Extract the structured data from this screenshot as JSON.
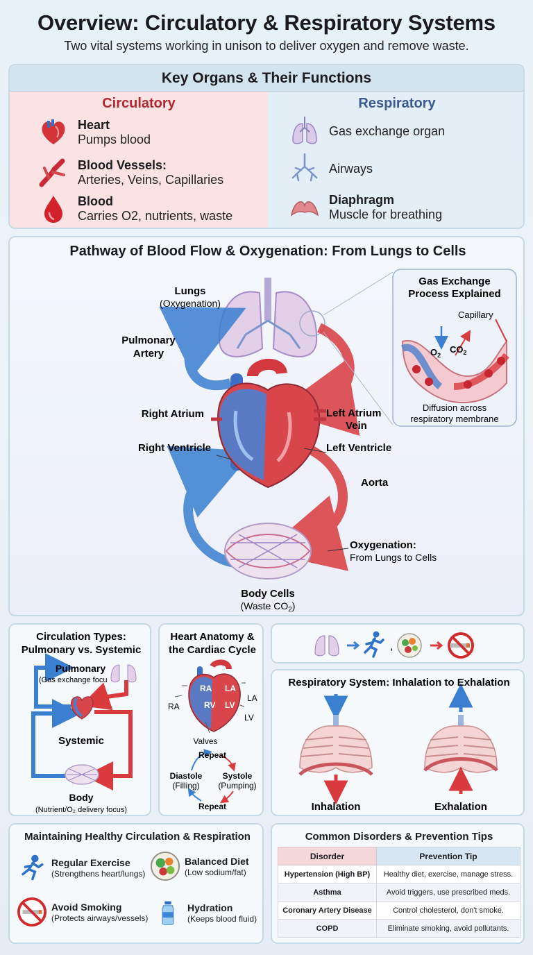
{
  "header": {
    "title": "Overview: Circulatory & Respiratory Systems",
    "subtitle": "Two vital systems working in unison to deliver oxygen and remove waste."
  },
  "organs": {
    "title": "Key Organs & Their Functions",
    "circulatory": {
      "heading": "Circulatory",
      "items": [
        {
          "icon": "heart-icon",
          "name": "Heart",
          "desc": "Pumps blood"
        },
        {
          "icon": "blood-vessels-icon",
          "name": "Blood Vessels:",
          "desc": "Arteries, Veins, Capillaries"
        },
        {
          "icon": "blood-drop-icon",
          "name": "Blood",
          "desc": "Carries O2, nutrients, waste"
        }
      ]
    },
    "respiratory": {
      "heading": "Respiratory",
      "items": [
        {
          "icon": "lungs-icon",
          "name": "",
          "desc": "Gas exchange organ"
        },
        {
          "icon": "airways-icon",
          "name": "",
          "desc": "Airways"
        },
        {
          "icon": "diaphragm-icon",
          "name": "Diaphragm",
          "desc": "Muscle for breathing"
        }
      ]
    }
  },
  "pathway": {
    "title": "Pathway of Blood Flow & Oxygenation: From Lungs to Cells",
    "lungs": "Lungs",
    "lungs_sub": "(Oxygenation)",
    "pulmonary_artery_1": "Pulmonary",
    "pulmonary_artery_2": "Artery",
    "right_atrium": "Right Atrium",
    "left_atrium_1": "Left Atrium",
    "left_atrium_2": "Vein",
    "right_ventricle": "Right Ventricle",
    "left_ventricle": "Left Ventricle",
    "aorta": "Aorta",
    "oxygenation_1": "Oxygenation:",
    "oxygenation_2": "From Lungs to Cells",
    "body_cells": "Body Cells",
    "body_cells_sub": "(Waste CO",
    "body_cells_sub2": "2",
    "body_cells_sub3": ")",
    "gas_exchange": {
      "title_1": "Gas Exchange",
      "title_2": "Process Explained",
      "capillary": "Capillary",
      "o2": "O",
      "o2_sub": "2",
      "co2": "CO",
      "co2_sub": "2",
      "caption_1": "Diffusion across",
      "caption_2": "respiratory membrane"
    }
  },
  "circulation_types": {
    "title_1": "Circulation Types:",
    "title_2": "Pulmonary vs. Systemic",
    "pulmonary": "Pulmonary",
    "pulmonary_sub": "(Gas exchange focu",
    "systemic": "Systemic",
    "body": "Body",
    "body_sub": "(Nutrient/O₂ delivery focus)"
  },
  "heart_anatomy": {
    "title_1": "Heart Anatomy &",
    "title_2": "the Cardiac Cycle",
    "ra": "RA",
    "la": "LA",
    "rv": "RV",
    "lv": "LV",
    "ra_out": "RA",
    "la_out": "LA",
    "lv_out": "LV",
    "valves": "Valves",
    "repeat_top": "Repeat",
    "diastole": "Diastole",
    "diastole_sub": "(Filling)",
    "systole": "Systole",
    "systole_sub": "(Pumping)",
    "repeat_bottom": "Repeat"
  },
  "icon_strip": {
    "sep": ","
  },
  "respiratory_cycle": {
    "title": "Respiratory System: Inhalation to Exhalation",
    "inhalation": "Inhalation",
    "exhalation": "Exhalation"
  },
  "healthy": {
    "title": "Maintaining Healthy Circulation & Respiration",
    "tips": [
      {
        "icon": "running-icon",
        "name": "Regular Exercise",
        "desc": "(Strengthens heart/lungs)"
      },
      {
        "icon": "diet-icon",
        "name": "Balanced Diet",
        "desc": "(Low sodium/fat)"
      },
      {
        "icon": "no-smoking-icon",
        "name": "Avoid Smoking",
        "desc": "(Protects airways/vessels)"
      },
      {
        "icon": "water-bottle-icon",
        "name": "Hydration",
        "desc": "(Keeps blood fluid)"
      }
    ]
  },
  "disorders": {
    "title": "Common Disorders & Prevention Tips",
    "headers": [
      "Disorder",
      "Prevention Tip"
    ],
    "rows": [
      [
        "Hypertension (High BP)",
        "Healthy diet, exercise, manage stress."
      ],
      [
        "Asthma",
        "Avoid triggers, use prescribed meds."
      ],
      [
        "Coronary Artery Disease",
        "Control cholesterol, don't smoke."
      ],
      [
        "COPD",
        "Eliminate smoking, avoid pollutants."
      ]
    ]
  },
  "colors": {
    "oxygenated": "#d93a3e",
    "deoxygenated": "#3a7fd0",
    "circulatory_heading": "#b0282e",
    "respiratory_heading": "#3b5a8f"
  }
}
